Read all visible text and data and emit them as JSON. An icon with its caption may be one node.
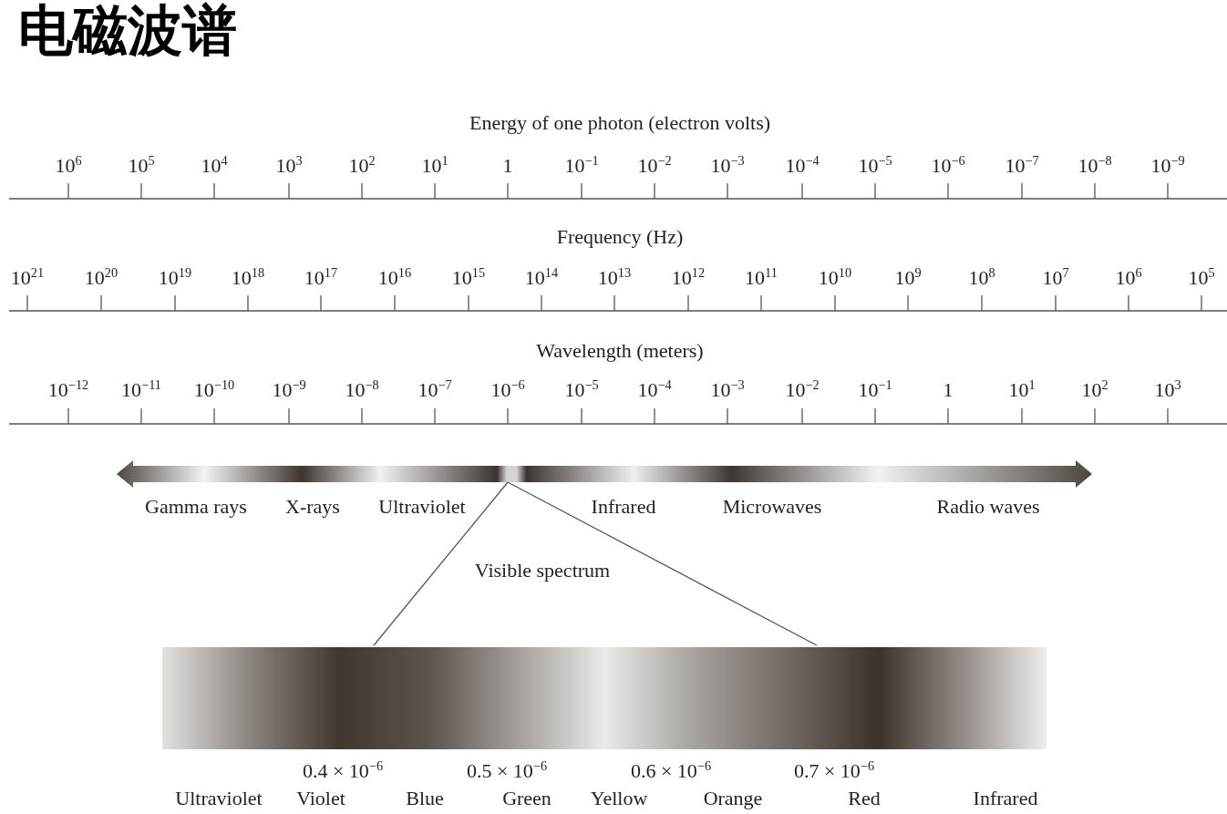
{
  "diagram": {
    "title": "电磁波谱",
    "nodes": [
      {
        "text": [],
        "shape": "bar"
      },
      {
        "text": [],
        "shape": "bar"
      }
    ],
    "edges": [
      {
        "from": 0,
        "to": 1,
        "arrow": "none"
      },
      {
        "from": 0,
        "to": 1,
        "arrow": "none"
      }
    ],
    "labels": [
      "Energy of one photon (electron volts)",
      "10$^{6}$",
      "10$^{5}$",
      "10$^{4}$",
      "10$^{3}$",
      "10$^{2}$",
      "10$^{1}$",
      "1",
      "10$^{−1}$",
      "10$^{−2}$",
      "10$^{−3}$",
      "10$^{−4}$",
      "10$^{−5}$",
      "10$^{−6}$",
      "10$^{−7}$",
      "10$^{−8}$",
      "10$^{−9}$",
      "Frequency (Hz)",
      "10$^{21}$",
      "10$^{20}$",
      "10$^{19}$",
      "10$^{18}$",
      "10$^{17}$",
      "10$^{16}$",
      "10$^{15}$",
      "10$^{14}$",
      "10$^{13}$",
      "10$^{12}$",
      "10$^{11}$",
      "10$^{10}$",
      "10$^{9}$",
      "10$^{8}$",
      "10$^{7}$",
      "10$^{6}$",
      "10$^{5}$",
      "Wavelength (meters)",
      "10$^{−12}$",
      "10$^{−11}$",
      "10$^{−10}$",
      "10$^{−9}$",
      "10$^{−8}$",
      "10$^{−7}$",
      "10$^{−6}$",
      "10$^{−5}$",
      "10$^{−4}$",
      "10$^{−3}$",
      "10$^{−2}$",
      "10$^{−1}$",
      "1",
      "10$^{1}$",
      "10$^{2}$",
      "10$^{3}$",
      "Gamma rays",
      "X-rays",
      "Ultraviolet",
      "Infrared",
      "Microwaves",
      "Radio waves",
      "Visible spectrum",
      "0.4 × 10$^{−6}$",
      "0.5 × 10$^{−6}$",
      "0.6 × 10$^{−6}$",
      "0.7 × 10$^{−6}$",
      "Ultraviolet",
      "Violet",
      "Blue",
      "Green",
      "Yellow",
      "Orange",
      "Red",
      "Infrared"
    ]
  }
}
